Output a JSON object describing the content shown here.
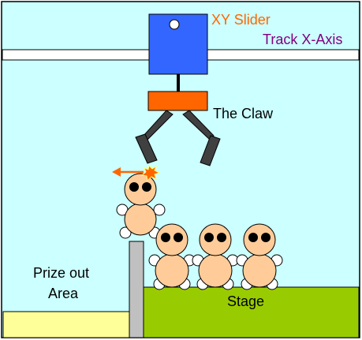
{
  "labels": {
    "xy_slider": "XY Slider",
    "track_x_axis": "Track X-Axis",
    "the_claw": "The Claw",
    "prize_out_line1": "Prize out",
    "prize_out_line2": "Area",
    "stage": "Stage"
  },
  "colors": {
    "machine_background": "#ccffff",
    "slider": "#3366ff",
    "claw_body": "#ff6600",
    "claw_arms": "#404040",
    "stage": "#99cc00",
    "prize_area": "#ffff99",
    "divider": "#c0c0c0",
    "doll_body": "#ffcc99",
    "xy_slider_label": "#ff6600",
    "track_label": "#800080",
    "motion_arrow": "#ff6600",
    "spark": "#ff6600"
  },
  "icons": {
    "motion_arrow": "arrow-left-icon",
    "impact": "spark-burst-icon"
  }
}
